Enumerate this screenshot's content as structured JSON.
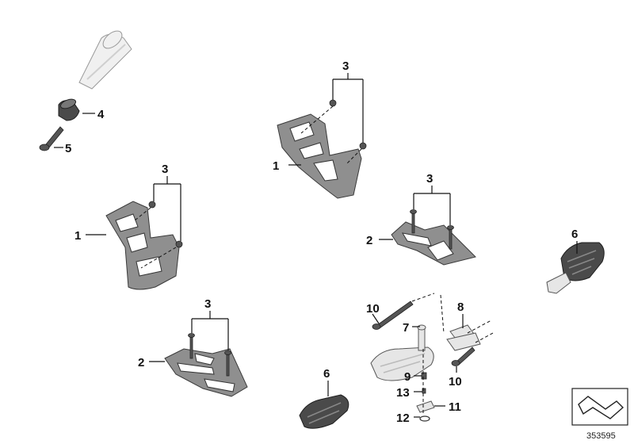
{
  "callouts": {
    "c1a": "1",
    "c1b": "1",
    "c2a": "2",
    "c2b": "2",
    "c3a": "3",
    "c3b": "3",
    "c3c": "3",
    "c3d": "3",
    "c4": "4",
    "c5": "5",
    "c6a": "6",
    "c6b": "6",
    "c7": "7",
    "c8": "8",
    "c9": "9",
    "c10a": "10",
    "c10b": "10",
    "c11": "11",
    "c12": "12",
    "c13": "13"
  },
  "reference_number": "353595"
}
